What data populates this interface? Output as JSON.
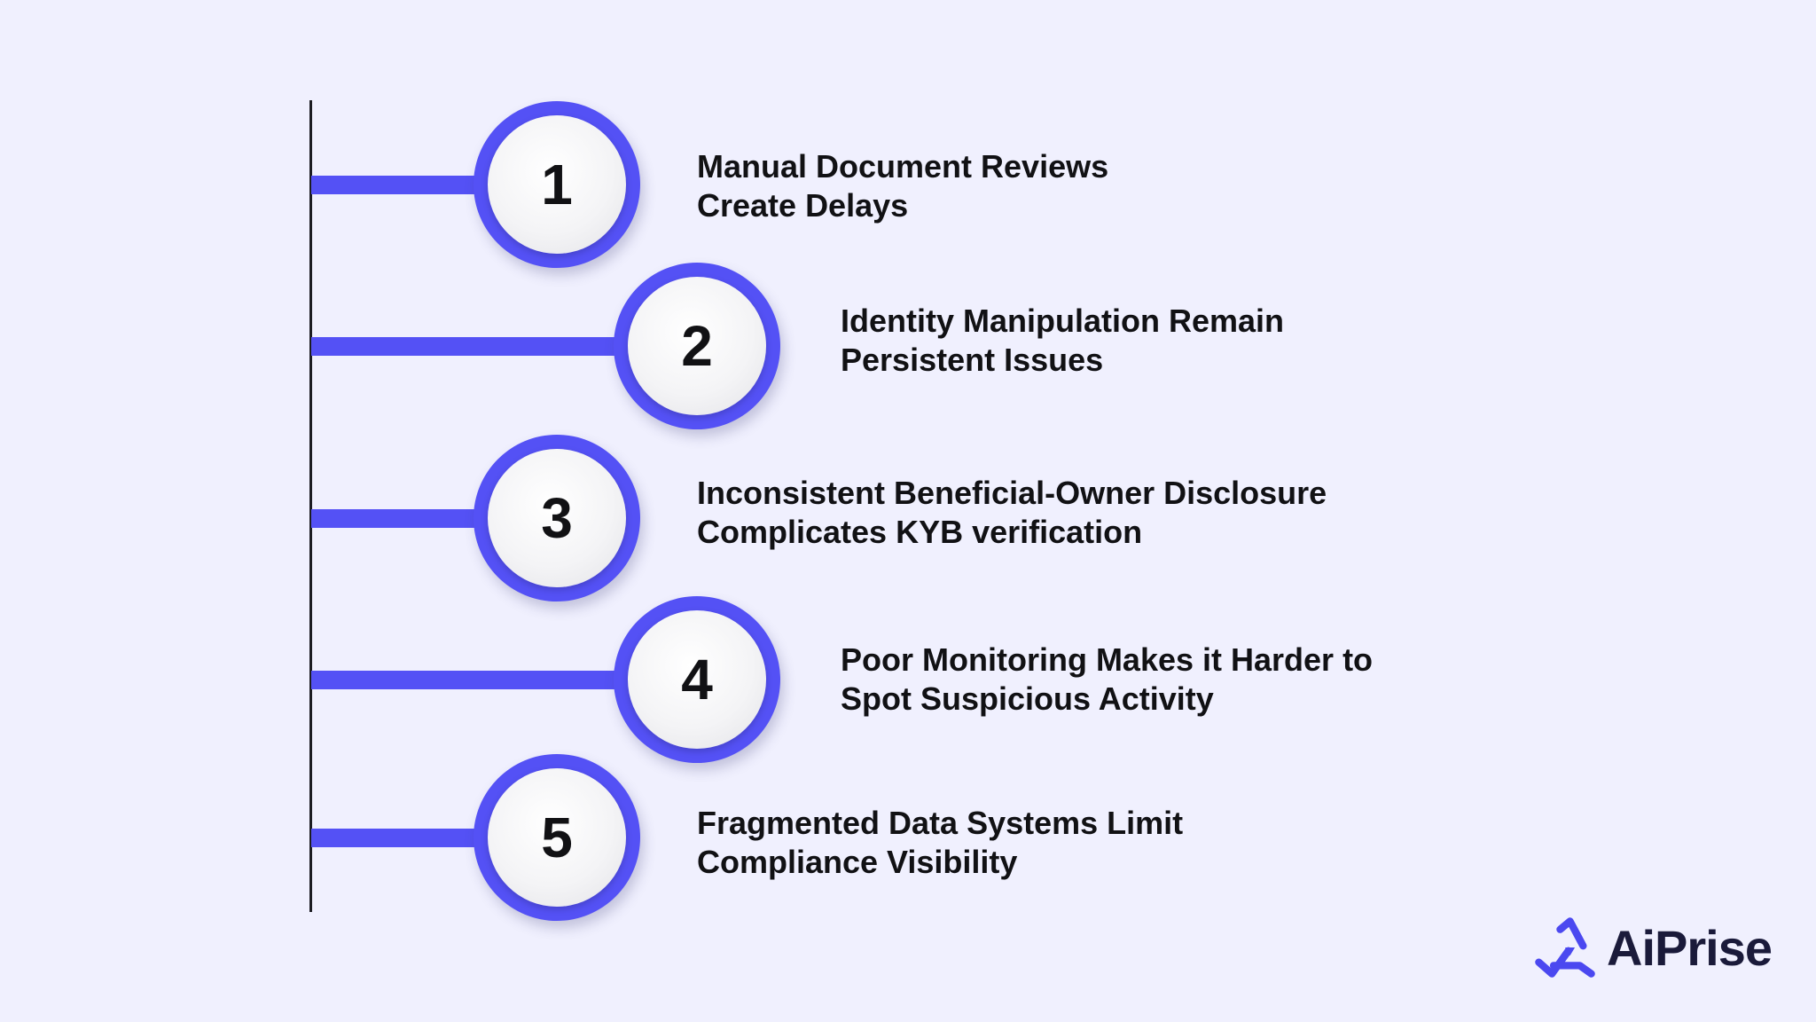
{
  "colors": {
    "background": "#f0f0fe",
    "accent": "#5451f5",
    "spine": "#1c1c22",
    "text": "#111114"
  },
  "steps": [
    {
      "number": "1",
      "line1": "Manual Document Reviews",
      "line2": "Create Delays"
    },
    {
      "number": "2",
      "line1": "Identity Manipulation Remain",
      "line2": "Persistent Issues"
    },
    {
      "number": "3",
      "line1": "Inconsistent Beneficial-Owner Disclosure",
      "line2": "Complicates KYB verification"
    },
    {
      "number": "4",
      "line1": "Poor Monitoring Makes it Harder to",
      "line2": "Spot Suspicious Activity"
    },
    {
      "number": "5",
      "line1": "Fragmented Data Systems Limit",
      "line2": "Compliance Visibility"
    }
  ],
  "logo": {
    "icon": "triangle-arrows-icon",
    "text": "AiPrise"
  }
}
